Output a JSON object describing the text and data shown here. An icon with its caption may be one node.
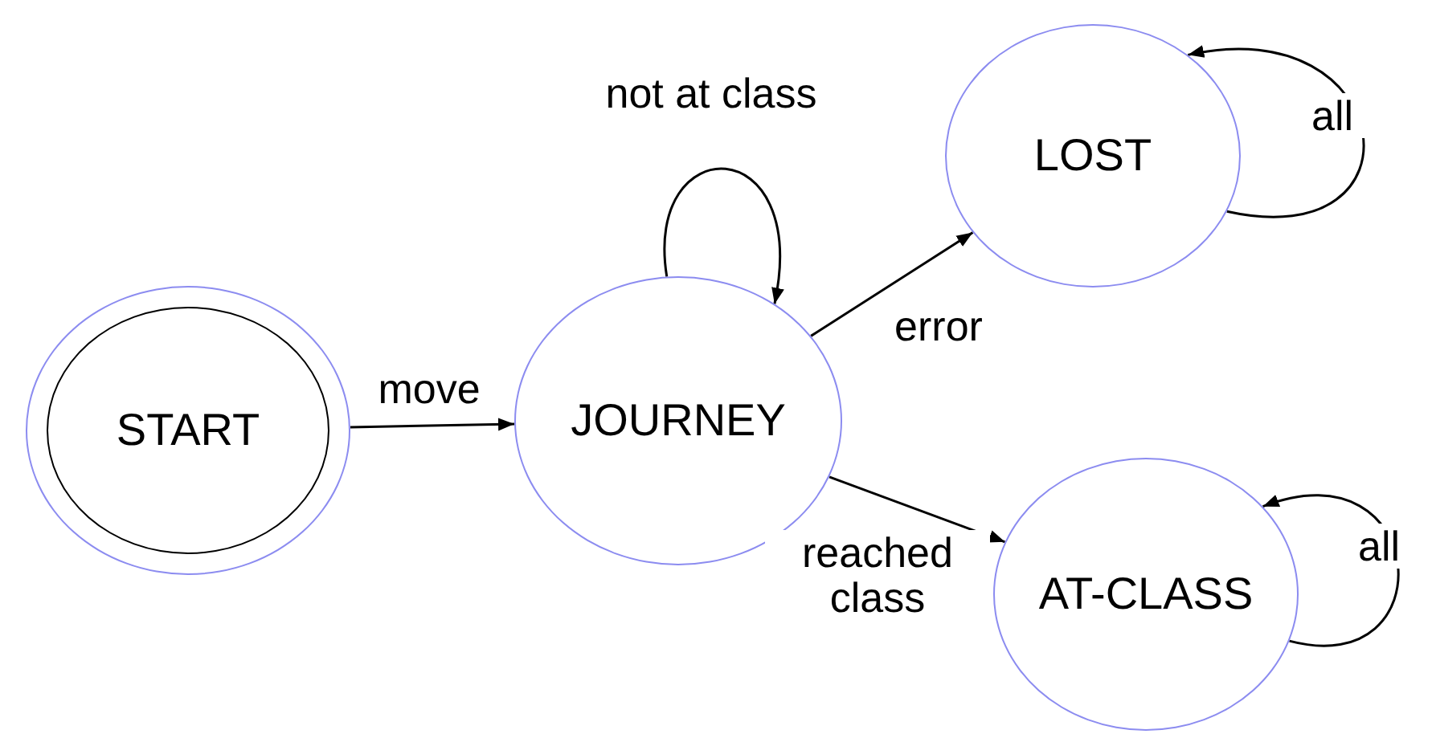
{
  "diagram": {
    "nodes": [
      {
        "text": [
          "START"
        ]
      },
      {
        "text": [
          "JOURNEY"
        ]
      },
      {
        "text": [
          "LOST"
        ]
      },
      {
        "text": [
          "AT-CLASS"
        ]
      }
    ],
    "edges": [
      {
        "from": 0,
        "to": 1,
        "arrow": "to",
        "label": "move"
      },
      {
        "from": 1,
        "to": 1,
        "arrow": "to",
        "label": "not at class"
      },
      {
        "from": 1,
        "to": 2,
        "arrow": "to",
        "label": "error"
      },
      {
        "from": 1,
        "to": 3,
        "arrow": "to",
        "label": "reached class"
      },
      {
        "from": 2,
        "to": 2,
        "arrow": "to",
        "label": "all"
      },
      {
        "from": 3,
        "to": 3,
        "arrow": "to",
        "label": "all"
      }
    ]
  }
}
